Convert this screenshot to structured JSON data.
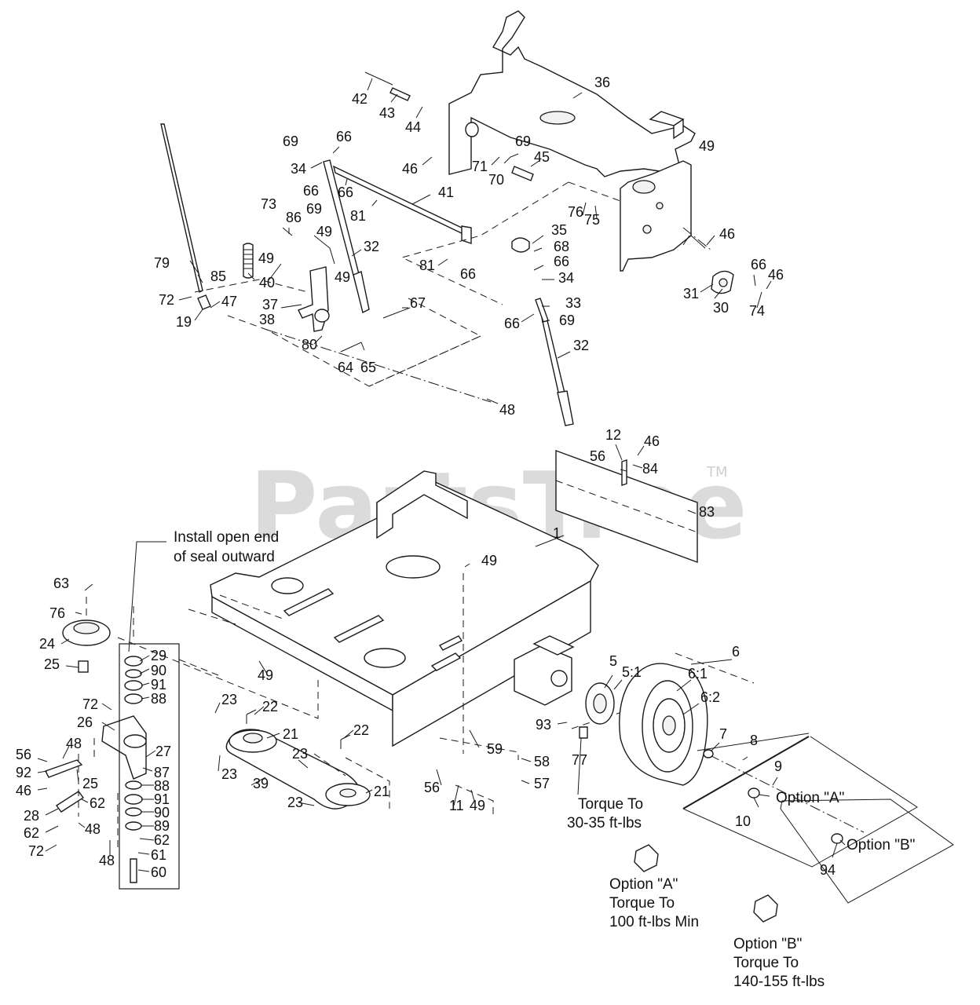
{
  "watermark": {
    "text": "PartsTree",
    "trademark": "TM"
  },
  "callouts": [
    {
      "id": "c42",
      "text": "42"
    },
    {
      "id": "c43",
      "text": "43"
    },
    {
      "id": "c44",
      "text": "44"
    },
    {
      "id": "c36",
      "text": "36"
    },
    {
      "id": "c69a",
      "text": "69"
    },
    {
      "id": "c66a",
      "text": "66"
    },
    {
      "id": "c34a",
      "text": "34"
    },
    {
      "id": "c46a",
      "text": "46"
    },
    {
      "id": "c71",
      "text": "71"
    },
    {
      "id": "c69b",
      "text": "69"
    },
    {
      "id": "c70",
      "text": "70"
    },
    {
      "id": "c45",
      "text": "45"
    },
    {
      "id": "c49a",
      "text": "49"
    },
    {
      "id": "c66b",
      "text": "66"
    },
    {
      "id": "c66c",
      "text": "66"
    },
    {
      "id": "c69c",
      "text": "69"
    },
    {
      "id": "c81a",
      "text": "81"
    },
    {
      "id": "c41",
      "text": "41"
    },
    {
      "id": "c76a",
      "text": "76"
    },
    {
      "id": "c75",
      "text": "75"
    },
    {
      "id": "c73",
      "text": "73"
    },
    {
      "id": "c86",
      "text": "86"
    },
    {
      "id": "c49b",
      "text": "49"
    },
    {
      "id": "c32a",
      "text": "32"
    },
    {
      "id": "c46b",
      "text": "46"
    },
    {
      "id": "c79",
      "text": "79"
    },
    {
      "id": "c49c",
      "text": "49"
    },
    {
      "id": "c40",
      "text": "40"
    },
    {
      "id": "c49d",
      "text": "49"
    },
    {
      "id": "c81b",
      "text": "81"
    },
    {
      "id": "c66d",
      "text": "66"
    },
    {
      "id": "c35",
      "text": "35"
    },
    {
      "id": "c68",
      "text": "68"
    },
    {
      "id": "c66e",
      "text": "66"
    },
    {
      "id": "c34b",
      "text": "34"
    },
    {
      "id": "c66f",
      "text": "66"
    },
    {
      "id": "c46c",
      "text": "46"
    },
    {
      "id": "c85",
      "text": "85"
    },
    {
      "id": "c72a",
      "text": "72"
    },
    {
      "id": "c47",
      "text": "47"
    },
    {
      "id": "c19",
      "text": "19"
    },
    {
      "id": "c37",
      "text": "37"
    },
    {
      "id": "c38",
      "text": "38"
    },
    {
      "id": "c67",
      "text": "67"
    },
    {
      "id": "c31",
      "text": "31"
    },
    {
      "id": "c30",
      "text": "30"
    },
    {
      "id": "c74",
      "text": "74"
    },
    {
      "id": "c33",
      "text": "33"
    },
    {
      "id": "c66g",
      "text": "66"
    },
    {
      "id": "c69d",
      "text": "69"
    },
    {
      "id": "c80",
      "text": "80"
    },
    {
      "id": "c64",
      "text": "64"
    },
    {
      "id": "c65",
      "text": "65"
    },
    {
      "id": "c32b",
      "text": "32"
    },
    {
      "id": "c48a",
      "text": "48"
    },
    {
      "id": "c12",
      "text": "12"
    },
    {
      "id": "c46d",
      "text": "46"
    },
    {
      "id": "c56a",
      "text": "56"
    },
    {
      "id": "c84",
      "text": "84"
    },
    {
      "id": "c83",
      "text": "83"
    },
    {
      "id": "c1",
      "text": "1"
    },
    {
      "id": "c49e",
      "text": "49"
    },
    {
      "id": "c63",
      "text": "63"
    },
    {
      "id": "c76b",
      "text": "76"
    },
    {
      "id": "c24",
      "text": "24"
    },
    {
      "id": "c29",
      "text": "29"
    },
    {
      "id": "c90a",
      "text": "90"
    },
    {
      "id": "c25a",
      "text": "25"
    },
    {
      "id": "c91a",
      "text": "91"
    },
    {
      "id": "c88a",
      "text": "88"
    },
    {
      "id": "c49f",
      "text": "49"
    },
    {
      "id": "c6",
      "text": "6"
    },
    {
      "id": "c5",
      "text": "5"
    },
    {
      "id": "c51",
      "text": "5:1"
    },
    {
      "id": "c61",
      "text": "6:1"
    },
    {
      "id": "c62x",
      "text": "6:2"
    },
    {
      "id": "c72b",
      "text": "72"
    },
    {
      "id": "c26",
      "text": "26"
    },
    {
      "id": "c23a",
      "text": "23"
    },
    {
      "id": "c22a",
      "text": "22"
    },
    {
      "id": "c21a",
      "text": "21"
    },
    {
      "id": "c22b",
      "text": "22"
    },
    {
      "id": "c93",
      "text": "93"
    },
    {
      "id": "c7",
      "text": "7"
    },
    {
      "id": "c8",
      "text": "8"
    },
    {
      "id": "c27",
      "text": "27"
    },
    {
      "id": "c48b",
      "text": "48"
    },
    {
      "id": "c56b",
      "text": "56"
    },
    {
      "id": "c87",
      "text": "87"
    },
    {
      "id": "c59",
      "text": "59"
    },
    {
      "id": "c23b",
      "text": "23"
    },
    {
      "id": "c92",
      "text": "92"
    },
    {
      "id": "c88b",
      "text": "88"
    },
    {
      "id": "c25b",
      "text": "25"
    },
    {
      "id": "c58",
      "text": "58"
    },
    {
      "id": "c77",
      "text": "77"
    },
    {
      "id": "c9",
      "text": "9"
    },
    {
      "id": "c46e",
      "text": "46"
    },
    {
      "id": "c23c",
      "text": "23"
    },
    {
      "id": "c39",
      "text": "39"
    },
    {
      "id": "c91b",
      "text": "91"
    },
    {
      "id": "c62a",
      "text": "62"
    },
    {
      "id": "c21b",
      "text": "21"
    },
    {
      "id": "c57",
      "text": "57"
    },
    {
      "id": "c28",
      "text": "28"
    },
    {
      "id": "c90b",
      "text": "90"
    },
    {
      "id": "c56c",
      "text": "56"
    },
    {
      "id": "c11",
      "text": "11"
    },
    {
      "id": "c49g",
      "text": "49"
    },
    {
      "id": "c23d",
      "text": "23"
    },
    {
      "id": "c10",
      "text": "10"
    },
    {
      "id": "c89",
      "text": "89"
    },
    {
      "id": "c62b",
      "text": "62"
    },
    {
      "id": "c62c",
      "text": "62"
    },
    {
      "id": "c48c",
      "text": "48"
    },
    {
      "id": "c72c",
      "text": "72"
    },
    {
      "id": "c61b",
      "text": "61"
    },
    {
      "id": "c48d",
      "text": "48"
    },
    {
      "id": "c60",
      "text": "60"
    },
    {
      "id": "c94",
      "text": "94"
    }
  ],
  "notes": {
    "seal": [
      "Install open end",
      "of seal outward"
    ],
    "torque_77": [
      "Torque To",
      "30-35 ft-lbs"
    ],
    "option_a_label": "Option \"A\"",
    "option_b_label": "Option \"B\"",
    "option_a_torque": [
      "Option \"A\"",
      "Torque To",
      "100 ft-lbs Min"
    ],
    "option_b_torque": [
      "Option \"B\"",
      "Torque To",
      "140-155 ft-lbs"
    ]
  }
}
